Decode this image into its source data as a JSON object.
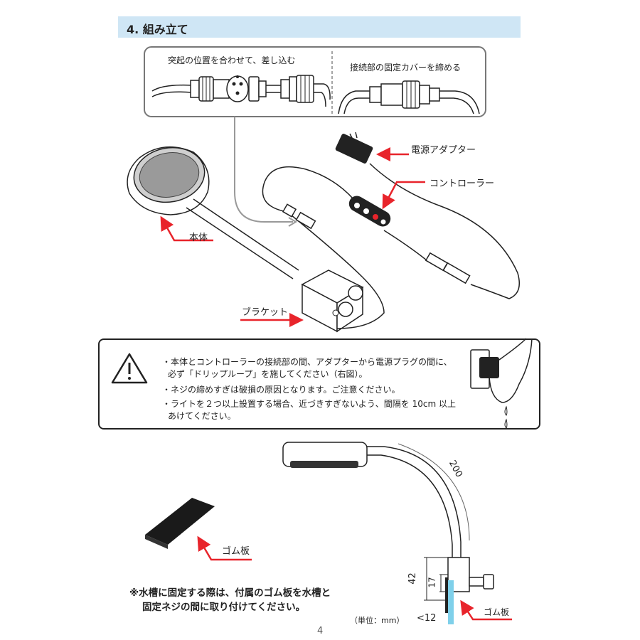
{
  "header": {
    "title": "4. 組み立て"
  },
  "callouts": {
    "insert": "突起の位置を合わせて、差し込む",
    "tighten": "接続部の固定カバーを締める"
  },
  "labels": {
    "adapter": "電源アダプター",
    "controller": "コントローラー",
    "body": "本体",
    "bracket": "ブラケット",
    "rubber_plate": "ゴム板",
    "rubber_plate_small": "ゴム板"
  },
  "warnings": [
    "・本体とコントローラーの接続部の間、アダプターから電源プラグの間に、",
    "必ず「ドリップループ」を施してください（右図）。",
    "・ネジの締めすぎは破損の原因となります。ご注意ください。",
    "・ライトを２つ以上設置する場合、近づきすぎないよう、間隔を 10cm 以上",
    "あけてください。"
  ],
  "note": {
    "line1": "※水槽に固定する際は、付属のゴム板を水槽と",
    "line2": "固定ネジの間に取り付けてください。"
  },
  "dimensions": {
    "arm": "200",
    "height": "42",
    "clamp": "17",
    "thickness": "<12",
    "unit": "（単位：mm）"
  },
  "page_number": "4",
  "colors": {
    "header_band": "#cfe6f5",
    "arrow": "#e8242b",
    "line": "#222222"
  }
}
